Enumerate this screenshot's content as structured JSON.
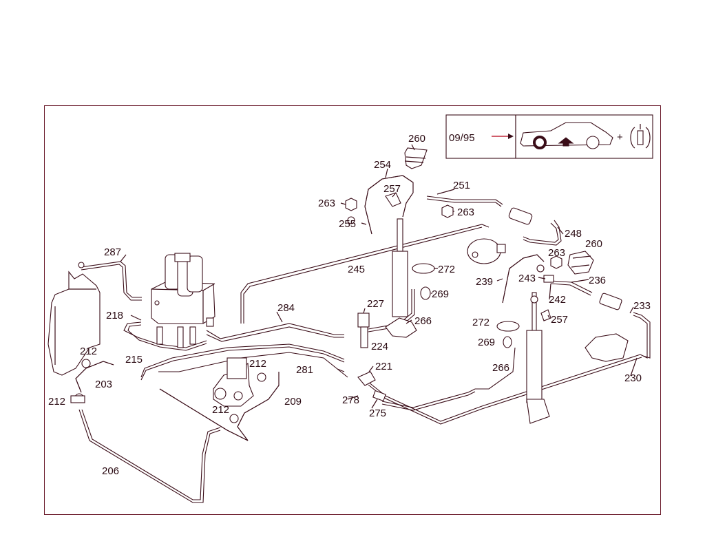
{
  "inset": {
    "date_code": "09/95",
    "plus_sign": "+"
  },
  "labels": {
    "l260a": "260",
    "l254": "254",
    "l257a": "257",
    "l251": "251",
    "l263a": "263",
    "l263b": "263",
    "l255": "255",
    "l287": "287",
    "l245": "245",
    "l272a": "272",
    "l269a": "269",
    "l227": "227",
    "l284": "284",
    "l266a": "266",
    "l218": "218",
    "l224": "224",
    "l248": "248",
    "l263c": "263",
    "l260b": "260",
    "l239": "239",
    "l243": "243",
    "l236": "236",
    "l242": "242",
    "l233": "233",
    "l257b": "257",
    "l272b": "272",
    "l269b": "269",
    "l266b": "266",
    "l230": "230",
    "l212a": "212",
    "l215": "215",
    "l212b": "212",
    "l203": "203",
    "l281": "281",
    "l221": "221",
    "l212c": "212",
    "l209": "209",
    "l212d": "212",
    "l278": "278",
    "l275": "275",
    "l206": "206"
  },
  "colors": {
    "line": "#3a0d18",
    "frame": "#6a1a2a",
    "arrow": "#c0283c"
  }
}
